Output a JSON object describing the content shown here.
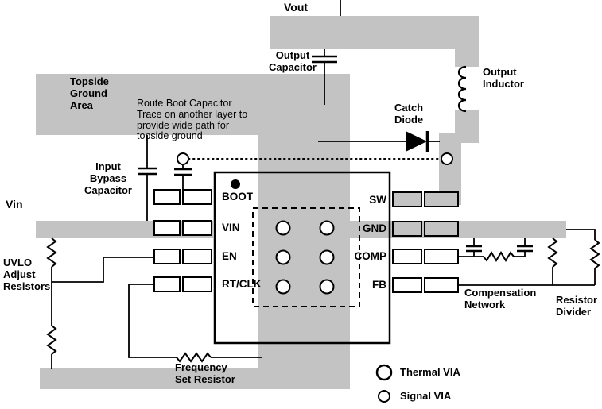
{
  "labels": {
    "vout": "Vout",
    "output_capacitor": "Output\nCapacitor",
    "output_inductor": "Output\nInductor",
    "topside_ground_area": "Topside\nGround\nArea",
    "route_boot_note": "Route Boot Capacitor\nTrace on another layer to\nprovide wide path for\ntopside ground",
    "catch_diode": "Catch\nDiode",
    "input_bypass_capacitor": "Input\nBypass\nCapacitor",
    "vin": "Vin",
    "uvlo_adjust_resistors": "UVLO\nAdjust\nResistors",
    "frequency_set_resistor": "Frequency\nSet Resistor",
    "compensation_network": "Compensation\nNetwork",
    "resistor_divider": "Resistor\nDivider",
    "thermal_via": "Thermal VIA",
    "signal_via": "Signal VIA"
  },
  "ic": {
    "left_pins": [
      "BOOT",
      "VIN",
      "EN",
      "RT/CLK"
    ],
    "right_pins": [
      "SW",
      "GND",
      "COMP",
      "FB"
    ]
  },
  "colors": {
    "pour": "#c3c3c3",
    "line": "#000000"
  }
}
